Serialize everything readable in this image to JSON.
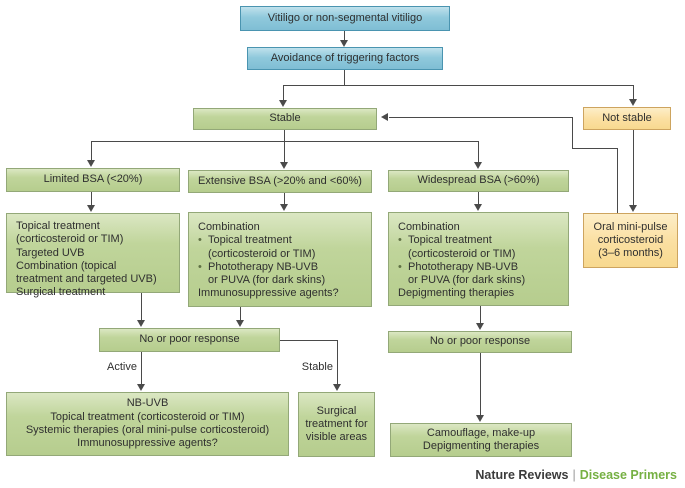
{
  "bullet_char": "•",
  "colors": {
    "box_blue": "#8cc7db",
    "box_green": "#bcd296",
    "box_orange": "#fadf9f",
    "line": "#4a4a4a",
    "footer_green": "#76b043"
  },
  "boxes": {
    "vitiligo": {
      "label": "Vitiligo or non-segmental vitiligo"
    },
    "avoidance": {
      "label": "Avoidance of triggering factors"
    },
    "stable": {
      "label": "Stable"
    },
    "not_stable": {
      "label": "Not stable"
    },
    "limited": {
      "header": "Limited BSA (<20%)",
      "lines": [
        "Topical treatment",
        "(corticosteroid or TIM)",
        "Targeted UVB",
        "Combination (topical",
        "treatment and targeted UVB)",
        "Surgical treatment"
      ]
    },
    "extensive": {
      "header": "Extensive BSA (>20% and <60%)",
      "lines": [
        "Combination",
        "Topical treatment",
        "(corticosteroid or TIM)",
        "Phototherapy NB-UVB",
        "or PUVA (for dark skins)",
        "Immunosuppressive agents?"
      ]
    },
    "widespread": {
      "header": "Widespread BSA (>60%)",
      "lines": [
        "Combination",
        "Topical treatment",
        "(corticosteroid or TIM)",
        "Phototherapy NB-UVB",
        "or PUVA (for dark skins)",
        "Depigmenting therapies"
      ]
    },
    "oral_mini_pulse": {
      "lines": [
        "Oral mini-pulse",
        "corticosteroid",
        "(3–6 months)"
      ]
    },
    "no_response_left": {
      "label": "No or poor response"
    },
    "no_response_right": {
      "label": "No or poor response"
    },
    "nbuvb": {
      "lines": [
        "NB-UVB",
        "Topical treatment (corticosteroid or TIM)",
        "Systemic therapies (oral mini-pulse corticosteroid)",
        "Immunosuppressive agents?"
      ]
    },
    "surgical": {
      "label": "Surgical treatment for visible areas"
    },
    "camouflage": {
      "lines": [
        "Camouflage, make-up",
        "Depigmenting therapies"
      ]
    }
  },
  "edge_labels": {
    "active": "Active",
    "stable": "Stable"
  },
  "footer": {
    "brand": "Nature Reviews",
    "separator": "|",
    "journal": "Disease Primers"
  }
}
